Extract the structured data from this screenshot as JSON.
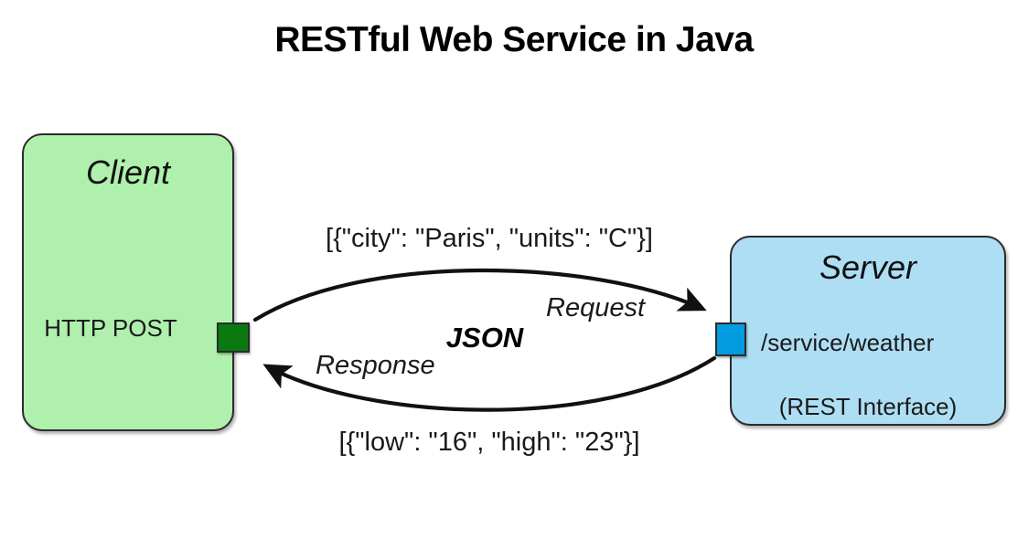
{
  "title": "RESTful Web Service in Java",
  "client": {
    "title": "Client",
    "method": "HTTP POST",
    "port_name": "client-port",
    "fill_color": "#aef0ac",
    "port_color": "#0a7a10"
  },
  "server": {
    "title": "Server",
    "path": "/service/weather",
    "note": "(REST Interface)",
    "port_name": "server-port",
    "fill_color": "#aedef4",
    "port_color": "#039be0"
  },
  "flow": {
    "format_label": "JSON",
    "request": {
      "tag": "Request",
      "payload": "[{\"city\": \"Paris\", \"units\": \"C\"}]"
    },
    "response": {
      "tag": "Response",
      "payload": "[{\"low\": \"16\", \"high\": \"23\"}]"
    }
  }
}
